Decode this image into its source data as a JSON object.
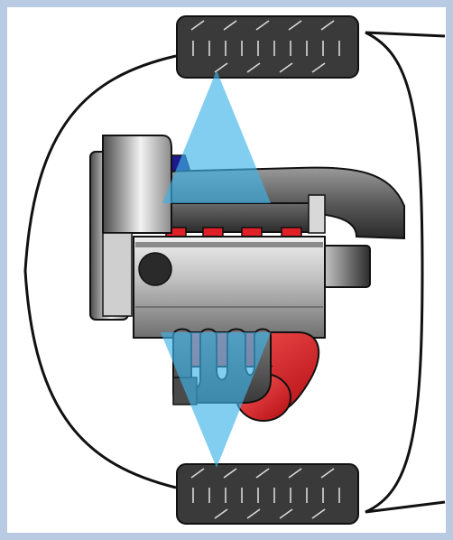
{
  "diagram": {
    "subject": "engine-layout-top-view",
    "colors": {
      "frame_border": "#b9cbe3",
      "background": "#ffffff",
      "outline": "#111111",
      "tire": "#3a3a3a",
      "tire_tread": "#d9d9d9",
      "engine_grey_dark": "#3d3d3d",
      "engine_grey_light": "#d8d8d8",
      "accent_red": "#e01f26",
      "accent_blue": "#1c1a8c",
      "cone_blue": "#3fb3ea"
    },
    "components": [
      {
        "id": "front-tire",
        "icon": "tire-icon"
      },
      {
        "id": "rear-tire",
        "icon": "tire-icon"
      },
      {
        "id": "car-body-outline",
        "icon": "outline-icon"
      },
      {
        "id": "engine-block",
        "icon": "engine-icon"
      },
      {
        "id": "flywheel-pulley",
        "icon": "pulley-icon"
      },
      {
        "id": "intake-pipe",
        "icon": "pipe-icon"
      },
      {
        "id": "exhaust-manifold",
        "icon": "manifold-icon"
      },
      {
        "id": "fuel-injectors",
        "icon": "injector-icon",
        "count": 4
      },
      {
        "id": "vibration-cones",
        "icon": "cone-icon",
        "count": 2
      }
    ]
  }
}
